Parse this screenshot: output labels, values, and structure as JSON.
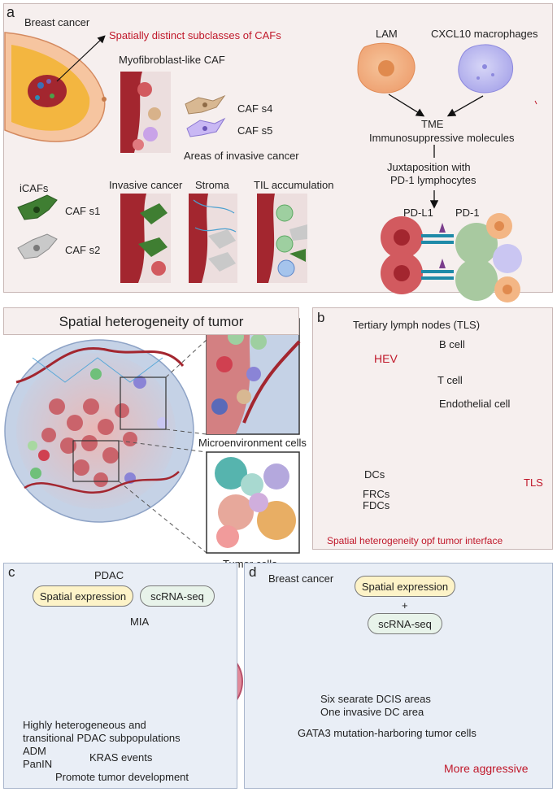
{
  "panel_a": {
    "letter": "a",
    "breast_cancer": "Breast cancer",
    "spatial_subclasses": "Spatially distinct subclasses of CAFs",
    "myofibroblast": "Myofibroblast-like CAF",
    "caf_s4": "CAF s4",
    "caf_s5": "CAF s5",
    "invasive_areas": "Areas of invasive cancer",
    "icafs": "iCAFs",
    "caf_s1": "CAF s1",
    "caf_s2": "CAF s2",
    "invasive_cancer": "Invasive cancer",
    "stroma": "Stroma",
    "til": "TIL accumulation",
    "lam": "LAM",
    "cxcl10": "CXCL10 macrophages",
    "tme": "TME",
    "immunosuppressive": "Immunosuppressive molecules",
    "juxta_1": "Juxtaposition with",
    "juxta_2": "PD-1 lymphocytes",
    "pdl1": "PD-L1",
    "pd1": "PD-1"
  },
  "center": {
    "title": "Spatial heterogeneity of tumor",
    "microenv": "Microenvironment cells",
    "tumor_cells": "Tumor cells"
  },
  "panel_b": {
    "letter": "b",
    "tls_title": "Tertiary lymph nodes (TLS)",
    "hev": "HEV",
    "b_cell": "B cell",
    "t_cell": "T cell",
    "endothelial": "Endothelial cell",
    "dcs": "DCs",
    "frcs": "FRCs",
    "fdcs": "FDCs",
    "tls": "TLS",
    "interface": "Spatial heterogeneity opf tumor interface"
  },
  "panel_c": {
    "letter": "c",
    "pdac": "PDAC",
    "spatial_expression": "Spatial expression",
    "scrna": "scRNA-seq",
    "mia": "MIA",
    "hetero_1": "Highly heterogeneous and",
    "hetero_2": "transitional PDAC subpopulations",
    "adm": "ADM",
    "panin": "PanIN",
    "kras": "KRAS events",
    "promote": "Promote tumor development"
  },
  "panel_d": {
    "letter": "d",
    "breast_cancer": "Breast cancer",
    "spatial_expression": "Spatial expression",
    "plus": "+",
    "scrna": "scRNA-seq",
    "six_dcis": "Six searate  DCIS areas",
    "one_invasive": "One invasive  DC area",
    "gata3": "GATA3 mutation-harboring tumor cells",
    "aggressive": "More aggressive"
  },
  "colors": {
    "panel_a_bg": "#f6efee",
    "panel_blue_bg": "#e9eef6",
    "accent_red": "#c0182a",
    "pill_yellow": "#fdf3c8",
    "pill_green": "#e8f3ea"
  }
}
